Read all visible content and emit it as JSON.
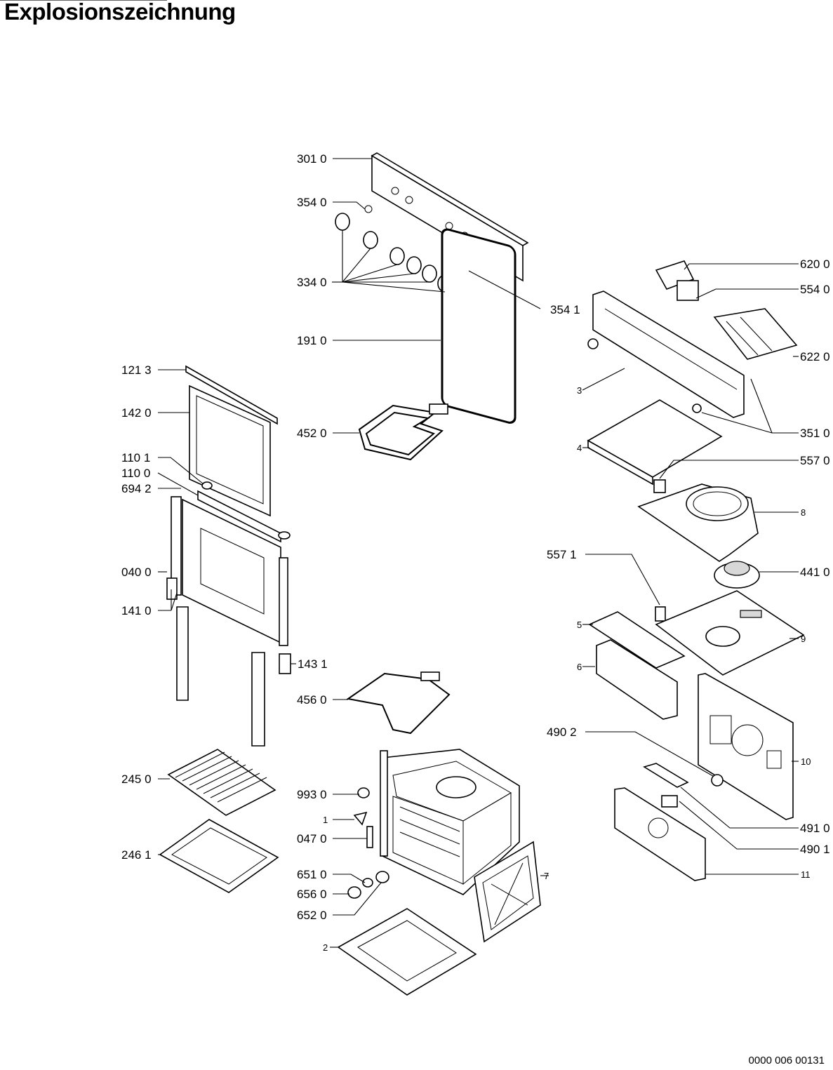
{
  "title": "Explosionszeichnung",
  "document_number": "0000 006 00131",
  "labels": {
    "p3010": "301 0",
    "p3540": "354 0",
    "p3340": "334 0",
    "p3541": "354 1",
    "p1910": "191 0",
    "p1213": "121 3",
    "p1420": "142 0",
    "p4520": "452 0",
    "p1101": "110 1",
    "p1100": "110 0",
    "p6942": "694 2",
    "p0400": "040 0",
    "p1410": "141 0",
    "p1431": "143 1",
    "p4560": "456 0",
    "p2450": "245 0",
    "p9930": "993 0",
    "p1": "1",
    "p0470": "047 0",
    "p2461": "246 1",
    "p6510": "651 0",
    "p6560": "656 0",
    "p6520": "652 0",
    "p2": "2",
    "p7": "7",
    "p6200": "620 0",
    "p5540": "554 0",
    "p6220": "622 0",
    "p3": "3",
    "p3511": "351 0",
    "p4": "4",
    "p5570": "557 0",
    "p8": "8",
    "p5571": "557 1",
    "p4410": "441 0",
    "p5": "5",
    "p9": "9",
    "p6": "6",
    "p4902": "490 2",
    "p10": "10",
    "p4910": "491 0",
    "p4901": "490 1",
    "p11": "11"
  }
}
